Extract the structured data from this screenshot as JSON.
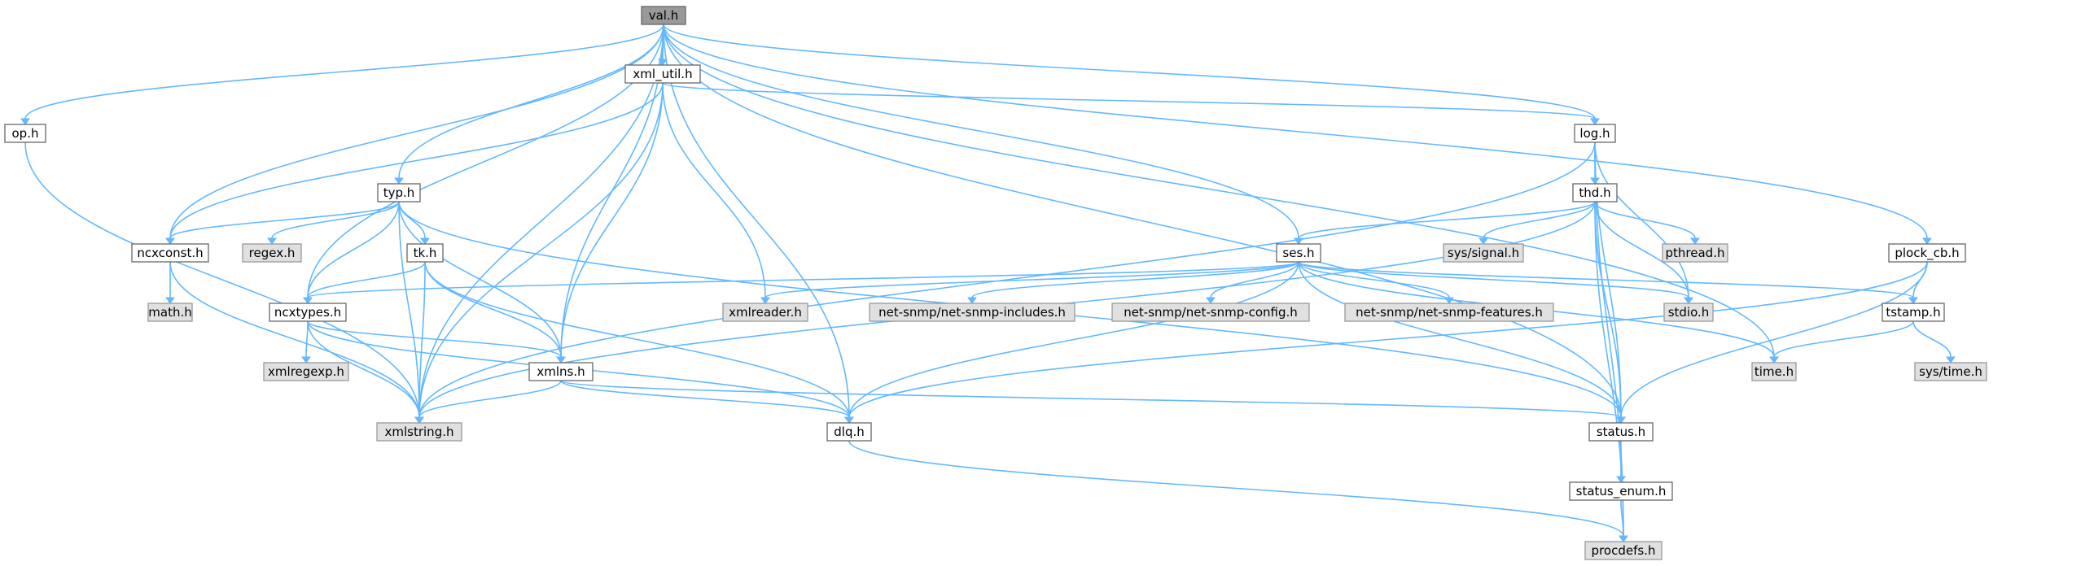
{
  "colors": {
    "edge": "#63b8ff",
    "focus_fill": "#999999",
    "focus_border": "#666666",
    "node_fill": "#ffffff",
    "node_border": "#666666",
    "external_fill": "#e0e0e0",
    "external_border": "#999999"
  },
  "nodes": {
    "val": {
      "label": "val.h",
      "kind": "focus"
    },
    "op": {
      "label": "op.h",
      "kind": "documented"
    },
    "xml_util": {
      "label": "xml_util.h",
      "kind": "documented"
    },
    "log": {
      "label": "log.h",
      "kind": "documented"
    },
    "typ": {
      "label": "typ.h",
      "kind": "documented"
    },
    "thd": {
      "label": "thd.h",
      "kind": "documented"
    },
    "ncxconst": {
      "label": "ncxconst.h",
      "kind": "documented"
    },
    "regex": {
      "label": "regex.h",
      "kind": "external"
    },
    "tk": {
      "label": "tk.h",
      "kind": "documented"
    },
    "ses": {
      "label": "ses.h",
      "kind": "documented"
    },
    "syssignal": {
      "label": "sys/signal.h",
      "kind": "external"
    },
    "pthread": {
      "label": "pthread.h",
      "kind": "external"
    },
    "plock_cb": {
      "label": "plock_cb.h",
      "kind": "documented"
    },
    "math": {
      "label": "math.h",
      "kind": "external"
    },
    "ncxtypes": {
      "label": "ncxtypes.h",
      "kind": "documented"
    },
    "xmlreader": {
      "label": "xmlreader.h",
      "kind": "external"
    },
    "netsnmp_includes": {
      "label": "net-snmp/net-snmp-includes.h",
      "kind": "external"
    },
    "netsnmp_config": {
      "label": "net-snmp/net-snmp-config.h",
      "kind": "external"
    },
    "netsnmp_features": {
      "label": "net-snmp/net-snmp-features.h",
      "kind": "external"
    },
    "stdio": {
      "label": "stdio.h",
      "kind": "external"
    },
    "tstamp": {
      "label": "tstamp.h",
      "kind": "documented"
    },
    "xmlregexp": {
      "label": "xmlregexp.h",
      "kind": "external"
    },
    "xmlns": {
      "label": "xmlns.h",
      "kind": "documented"
    },
    "time": {
      "label": "time.h",
      "kind": "external"
    },
    "systime": {
      "label": "sys/time.h",
      "kind": "external"
    },
    "xmlstring": {
      "label": "xmlstring.h",
      "kind": "external"
    },
    "dlq": {
      "label": "dlq.h",
      "kind": "documented"
    },
    "status": {
      "label": "status.h",
      "kind": "documented"
    },
    "status_enum": {
      "label": "status_enum.h",
      "kind": "documented"
    },
    "procdefs": {
      "label": "procdefs.h",
      "kind": "external"
    }
  },
  "edges": [
    [
      "val",
      "op"
    ],
    [
      "val",
      "xml_util"
    ],
    [
      "val",
      "log"
    ],
    [
      "val",
      "typ"
    ],
    [
      "val",
      "ncxconst"
    ],
    [
      "val",
      "ncxtypes"
    ],
    [
      "val",
      "xmlns"
    ],
    [
      "val",
      "xmlstring"
    ],
    [
      "val",
      "dlq"
    ],
    [
      "val",
      "ses"
    ],
    [
      "val",
      "plock_cb"
    ],
    [
      "val",
      "time"
    ],
    [
      "val",
      "status"
    ],
    [
      "op",
      "xmlstring"
    ],
    [
      "xml_util",
      "log"
    ],
    [
      "xml_util",
      "ncxconst"
    ],
    [
      "xml_util",
      "xmlreader"
    ],
    [
      "xml_util",
      "xmlns"
    ],
    [
      "xml_util",
      "xmlstring"
    ],
    [
      "log",
      "thd"
    ],
    [
      "log",
      "stdio"
    ],
    [
      "log",
      "status"
    ],
    [
      "log",
      "procdefs"
    ],
    [
      "log",
      "xmlstring"
    ],
    [
      "typ",
      "ncxconst"
    ],
    [
      "typ",
      "regex"
    ],
    [
      "typ",
      "tk"
    ],
    [
      "typ",
      "ncxtypes"
    ],
    [
      "typ",
      "xmlns"
    ],
    [
      "typ",
      "xmlstring"
    ],
    [
      "typ",
      "status"
    ],
    [
      "thd",
      "ses"
    ],
    [
      "thd",
      "syssignal"
    ],
    [
      "thd",
      "pthread"
    ],
    [
      "thd",
      "stdio"
    ],
    [
      "thd",
      "status"
    ],
    [
      "thd",
      "procdefs"
    ],
    [
      "thd",
      "xmlstring"
    ],
    [
      "ncxconst",
      "math"
    ],
    [
      "ncxconst",
      "xmlstring"
    ],
    [
      "tk",
      "ncxtypes"
    ],
    [
      "tk",
      "xmlns"
    ],
    [
      "tk",
      "xmlstring"
    ],
    [
      "tk",
      "dlq"
    ],
    [
      "ses",
      "ncxtypes"
    ],
    [
      "ses",
      "xmlreader"
    ],
    [
      "ses",
      "netsnmp_includes"
    ],
    [
      "ses",
      "netsnmp_config"
    ],
    [
      "ses",
      "netsnmp_features"
    ],
    [
      "ses",
      "stdio"
    ],
    [
      "ses",
      "tstamp"
    ],
    [
      "ses",
      "time"
    ],
    [
      "ses",
      "dlq"
    ],
    [
      "ses",
      "status"
    ],
    [
      "plock_cb",
      "tstamp"
    ],
    [
      "plock_cb",
      "status"
    ],
    [
      "plock_cb",
      "dlq"
    ],
    [
      "ncxtypes",
      "xmlregexp"
    ],
    [
      "ncxtypes",
      "xmlns"
    ],
    [
      "ncxtypes",
      "xmlstring"
    ],
    [
      "ncxtypes",
      "dlq"
    ],
    [
      "tstamp",
      "time"
    ],
    [
      "tstamp",
      "systime"
    ],
    [
      "xmlns",
      "xmlstring"
    ],
    [
      "xmlns",
      "dlq"
    ],
    [
      "xmlns",
      "status"
    ],
    [
      "dlq",
      "procdefs"
    ],
    [
      "status",
      "status_enum"
    ],
    [
      "status_enum",
      "procdefs"
    ]
  ]
}
